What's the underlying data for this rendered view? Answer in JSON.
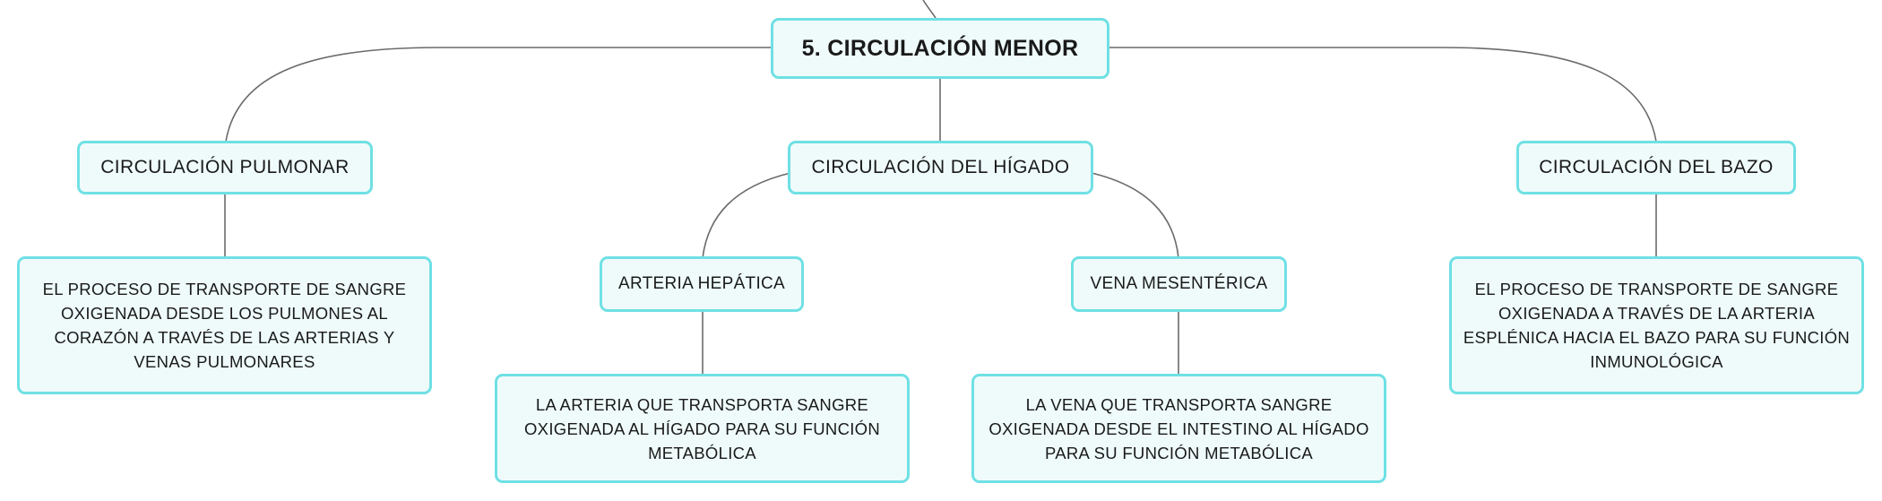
{
  "diagram": {
    "root": "5. CIRCULACIÓN MENOR",
    "branches": [
      {
        "title": "CIRCULACIÓN PULMONAR",
        "description": "EL PROCESO DE TRANSPORTE DE SANGRE OXIGENADA DESDE LOS PULMONES AL CORAZÓN A TRAVÉS DE LAS ARTERIAS Y VENAS PULMONARES"
      },
      {
        "title": "CIRCULACIÓN DEL HÍGADO",
        "children": [
          {
            "title": "ARTERIA HEPÁTICA",
            "description": "LA ARTERIA QUE TRANSPORTA SANGRE OXIGENADA AL HÍGADO PARA SU FUNCIÓN METABÓLICA"
          },
          {
            "title": "VENA MESENTÉRICA",
            "description": "LA VENA QUE TRANSPORTA SANGRE OXIGENADA DESDE EL INTESTINO AL HÍGADO PARA SU FUNCIÓN METABÓLICA"
          }
        ]
      },
      {
        "title": "CIRCULACIÓN DEL BAZO",
        "description": "EL PROCESO DE TRANSPORTE DE SANGRE OXIGENADA A TRAVÉS DE LA ARTERIA ESPLÉNICA HACIA EL BAZO PARA SU FUNCIÓN INMUNOLÓGICA"
      }
    ]
  },
  "colors": {
    "node_fill": "#effbfb",
    "node_border": "#6fe0e4",
    "connector": "#6a6a6a",
    "text": "#1a1a1a"
  }
}
